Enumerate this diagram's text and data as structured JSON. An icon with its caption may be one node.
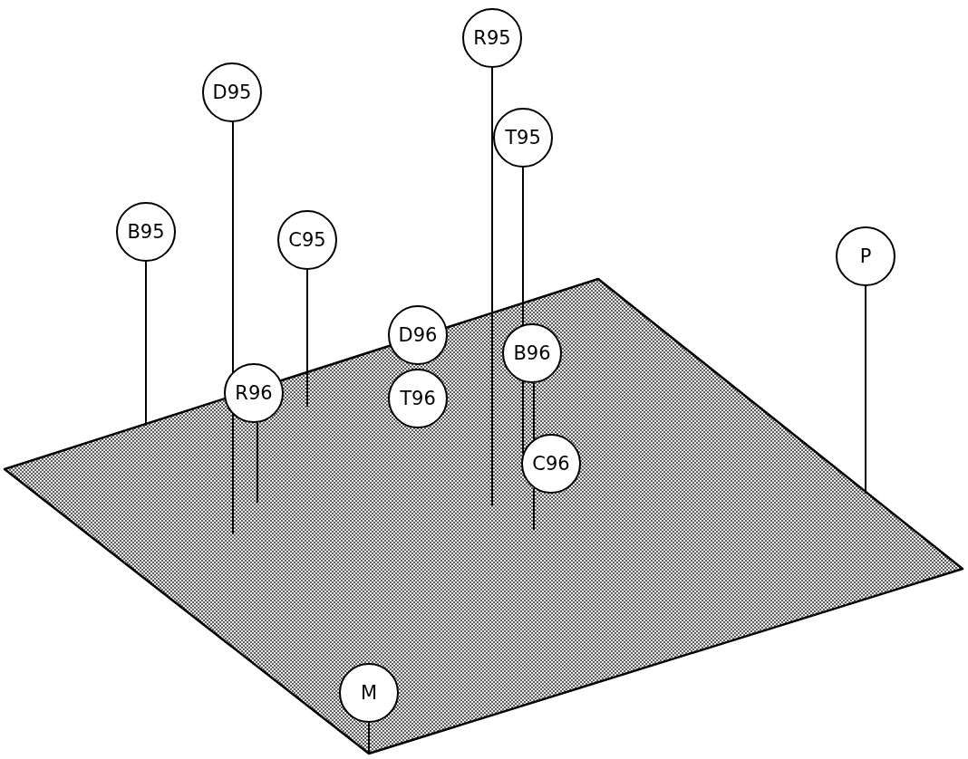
{
  "diagram": {
    "nodes": [
      {
        "text": [
          "R95"
        ]
      },
      {
        "text": [
          "D95"
        ]
      },
      {
        "text": [
          "T95"
        ]
      },
      {
        "text": [
          "B95"
        ]
      },
      {
        "text": [
          "C95"
        ]
      },
      {
        "text": [
          "P"
        ]
      },
      {
        "text": [
          "D96"
        ]
      },
      {
        "text": [
          "B96"
        ]
      },
      {
        "text": [
          "R96"
        ]
      },
      {
        "text": [
          "T96"
        ]
      },
      {
        "text": [
          "C96"
        ]
      },
      {
        "text": [
          "M"
        ]
      }
    ],
    "edges": [
      {
        "from": 0,
        "to": null,
        "arrow": "none"
      },
      {
        "from": 1,
        "to": null,
        "arrow": "none"
      },
      {
        "from": 2,
        "to": 10,
        "arrow": "none"
      },
      {
        "from": 3,
        "to": null,
        "arrow": "none"
      },
      {
        "from": 4,
        "to": null,
        "arrow": "none"
      },
      {
        "from": 5,
        "to": null,
        "arrow": "none"
      },
      {
        "from": 7,
        "to": 10,
        "arrow": "none"
      },
      {
        "from": 8,
        "to": null,
        "arrow": "none"
      },
      {
        "from": 10,
        "to": null,
        "arrow": "none"
      },
      {
        "from": 11,
        "to": null,
        "arrow": "none"
      }
    ]
  }
}
